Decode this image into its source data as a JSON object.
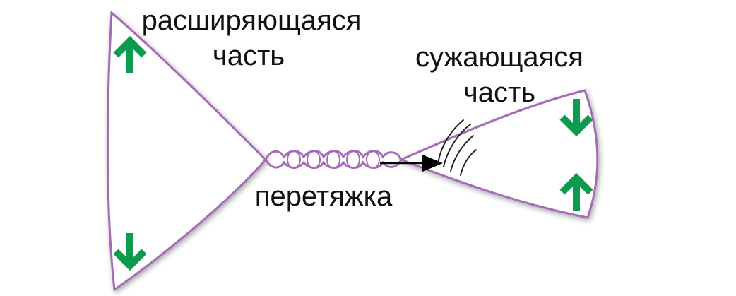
{
  "colors": {
    "outline": "#a56bb5",
    "arrow": "#0c9a4c",
    "text": "#111111",
    "pointer": "#000000"
  },
  "labels": {
    "expanding_line1": "расширяющаяся",
    "expanding_line2": "часть",
    "contracting_line1": "сужающаяся",
    "contracting_line2": "часть",
    "neck": "перетяжка"
  },
  "arrows": {
    "left_top": "up-arrow-icon",
    "left_bottom": "down-arrow-icon",
    "right_top": "down-arrow-icon",
    "right_bottom": "up-arrow-icon"
  }
}
